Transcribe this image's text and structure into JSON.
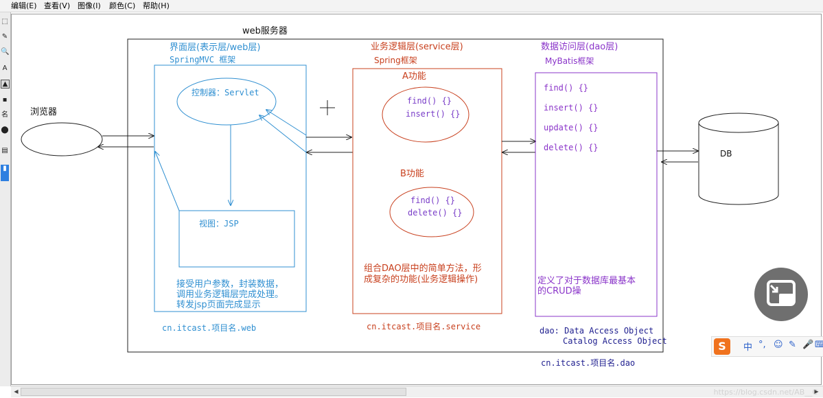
{
  "menu": [
    {
      "label": "编辑(E)"
    },
    {
      "label": "查看(V)"
    },
    {
      "label": "图像(I)"
    },
    {
      "label": "颜色(C)"
    },
    {
      "label": "帮助(H)"
    }
  ],
  "tools": [
    "⬚",
    "✎",
    "🔍",
    "A",
    "▲",
    "▪",
    "名",
    "⬤",
    "▤",
    "▮"
  ],
  "diagram": {
    "server_label": "web服务器",
    "browser_label": "浏览器",
    "web": {
      "title": "界面层(表示层/web层)",
      "framework": "SpringMVC 框架",
      "controller": "控制器：Servlet",
      "view": "视图：JSP",
      "desc1": "接受用户参数，封装数据，",
      "desc2": "调用业务逻辑层完成处理。",
      "desc3": "转发jsp页面完成显示",
      "package": "cn.itcast.项目名.web"
    },
    "service": {
      "title": "业务逻辑层(service层)",
      "framework": "Spring框架",
      "func_a": "A功能",
      "a_m1": "find() {}",
      "a_m2": "insert() {}",
      "func_b": "B功能",
      "b_m1": "find() {}",
      "b_m2": "delete() {}",
      "desc1": "组合DAO层中的简单方法，形",
      "desc2": "成复杂的功能(业务逻辑操作)",
      "package": "cn.itcast.项目名.service"
    },
    "dao": {
      "title": "数据访问层(dao层)",
      "framework": "MyBatis框架",
      "m1": "find() {}",
      "m2": "insert() {}",
      "m3": "update() {}",
      "m4": "delete() {}",
      "desc1": "定义了对于数据库最基本",
      "desc2": "的CRUD操",
      "note1": "dao: Data Access Object",
      "note2": "Catalog Access Object",
      "package": "cn.itcast.项目名.dao"
    },
    "db_label": "DB"
  },
  "ime": {
    "logo": "S",
    "mode": "中",
    "punct": "°,",
    "smile": "☺",
    "pen": "✎",
    "mic": "🎤",
    "kb": "⌨"
  },
  "watermark": "https://blog.csdn.net/AB__C",
  "colors": {
    "web": "#2f8fd1",
    "service": "#c8401e",
    "dao": "#8a34c9",
    "line": "#1f1f1f"
  }
}
